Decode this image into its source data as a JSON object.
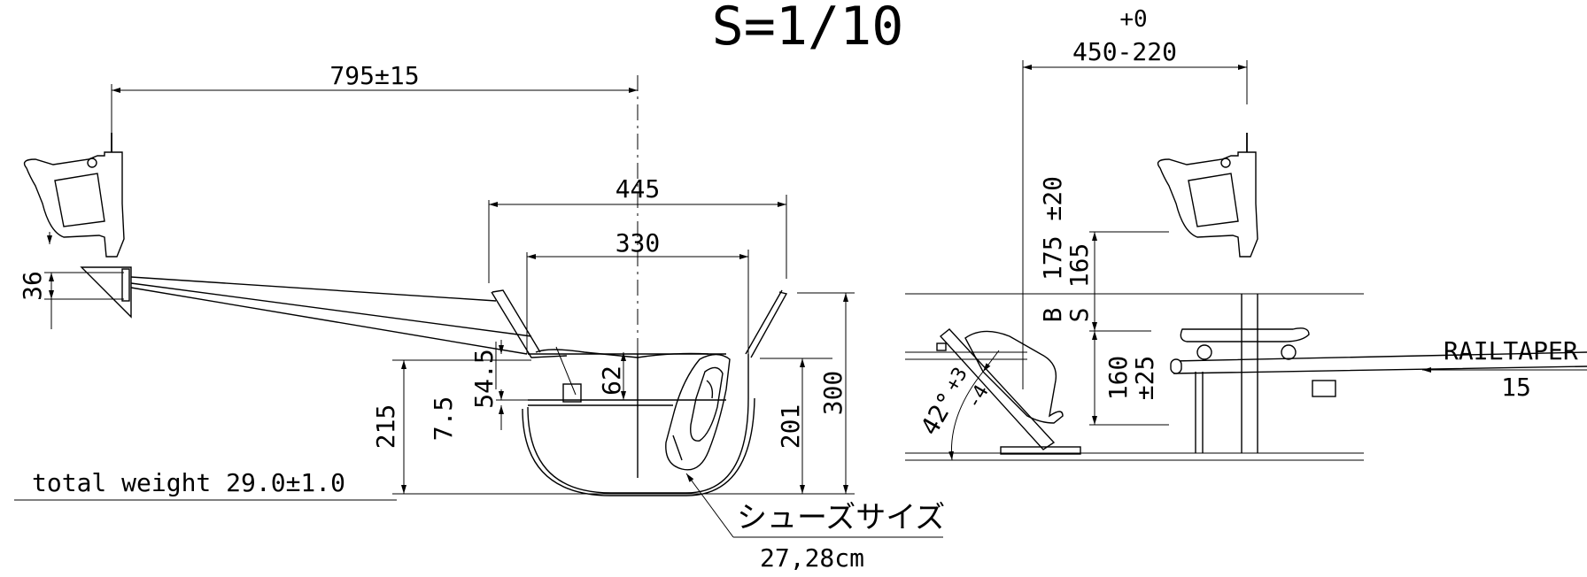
{
  "scale": "S=1/10",
  "front_view": {
    "dims": {
      "reach": "795±15",
      "outer_width": "445",
      "inner_width": "330",
      "grip_offset": "36",
      "height_total": "215",
      "offset_small": "7.5",
      "offset_mid": "54.5",
      "seat_drop": "62",
      "bowl_inner": "201",
      "bowl_outer": "300"
    },
    "total_weight": "total weight 29.0±1.0",
    "shoe_size_label": "シューズサイズ",
    "shoe_size_value": "27,28cm"
  },
  "side_view": {
    "dims": {
      "width_tol_upper": "+0",
      "width": "450-220",
      "b_height": "175 ±20",
      "s_height": "165",
      "b_label": "B",
      "s_label": "S",
      "seat_height": "160",
      "seat_tol": "±25",
      "angle_main": "42°",
      "angle_tol_upper": "+3",
      "angle_tol_lower": "-4"
    },
    "rail_taper_label": "RAILTAPER",
    "rail_taper_value": "15"
  }
}
